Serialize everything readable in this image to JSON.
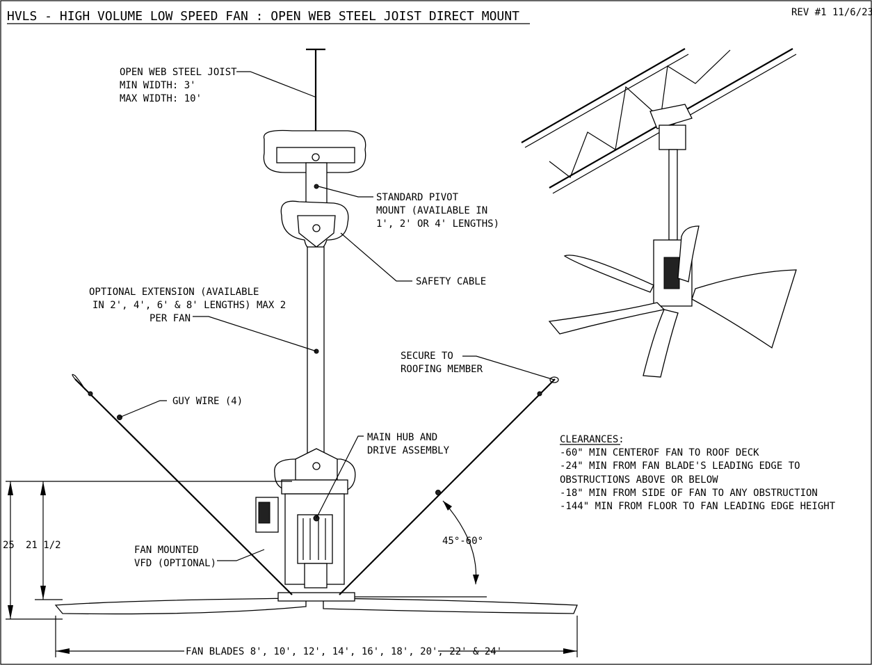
{
  "title": "HVLS - HIGH VOLUME LOW SPEED FAN : OPEN WEB STEEL JOIST DIRECT MOUNT",
  "revision": "REV #1 11/6/23",
  "labels": {
    "joist": [
      "OPEN WEB STEEL JOIST",
      "MIN WIDTH: 3'",
      "MAX WIDTH: 10'"
    ],
    "pivot": [
      "STANDARD PIVOT",
      "MOUNT (AVAILABLE IN",
      "1', 2' OR 4' LENGTHS)"
    ],
    "safety_cable": "SAFETY CABLE",
    "extension": [
      "OPTIONAL EXTENSION (AVAILABLE",
      "IN 2', 4', 6' & 8' LENGTHS) MAX 2",
      "PER FAN"
    ],
    "secure": [
      "SECURE TO",
      "ROOFING MEMBER"
    ],
    "guy_wire": "GUY WIRE (4)",
    "hub": [
      "MAIN HUB AND",
      "DRIVE ASSEMBLY"
    ],
    "angle": "45°-60°",
    "vfd": [
      "FAN MOUNTED",
      "VFD (OPTIONAL)"
    ],
    "dim_25": "25",
    "dim_21": "21 1/2",
    "blades": "FAN BLADES 8', 10', 12', 14', 16', 18', 20', 22' & 24'"
  },
  "clearances": {
    "heading": "CLEARANCES:",
    "items": [
      "-60\" MIN CENTEROF FAN TO ROOF DECK",
      "-24\" MIN FROM FAN BLADE'S LEADING EDGE TO",
      "OBSTRUCTIONS ABOVE OR BELOW",
      "-18\" MIN FROM SIDE OF FAN TO ANY OBSTRUCTION",
      "-144\" MIN FROM FLOOR TO FAN LEADING EDGE HEIGHT"
    ]
  }
}
